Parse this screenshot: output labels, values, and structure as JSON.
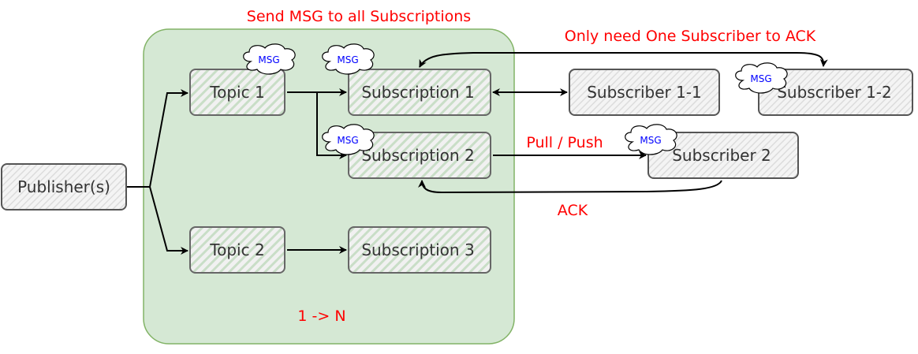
{
  "labels": {
    "send_all": "Send MSG to all Subscriptions",
    "one_ack": "Only need One Subscriber to ACK",
    "pull_push": "Pull / Push",
    "ack": "ACK",
    "ratio": "1 -> N"
  },
  "nodes": {
    "publisher": "Publisher(s)",
    "topic1": "Topic 1",
    "topic2": "Topic 2",
    "sub1": "Subscription 1",
    "sub2": "Subscription 2",
    "sub3": "Subscription 3",
    "subscriber11": "Subscriber 1-1",
    "subscriber12": "Subscriber 1-2",
    "subscriber2": "Subscriber 2"
  },
  "cloud_label": "MSG",
  "colors": {
    "container_fill": "#d5e8d4",
    "container_stroke": "#82b366",
    "label_red": "#ff0000",
    "msg_blue": "#0000ff"
  }
}
